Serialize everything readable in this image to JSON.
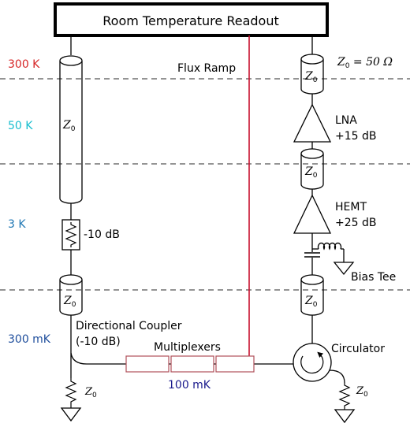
{
  "header": {
    "title": "Room Temperature Readout"
  },
  "stages": [
    {
      "label": "300 K",
      "color": "#d62728"
    },
    {
      "label": "50 K",
      "color": "#17becf"
    },
    {
      "label": "3 K",
      "color": "#1f77b4"
    },
    {
      "label": "300 mK",
      "color": "#1f4e9c"
    }
  ],
  "labels": {
    "flux_ramp": "Flux Ramp",
    "impedance_prefix": "Z",
    "impedance_sub": "0",
    "impedance_eq": " = 50 Ω",
    "attenuator": "-10 dB",
    "lna_name": "LNA",
    "lna_gain": "+15 dB",
    "hemt_name": "HEMT",
    "hemt_gain": "+25 dB",
    "bias_tee": "Bias Tee",
    "coupler_line1": "Directional Coupler",
    "coupler_line2": "(-10 dB)",
    "multiplexers": "Multiplexers",
    "mux_temp": "100 mK",
    "mux_temp_color": "#1a1a8c",
    "circulator": "Circulator"
  },
  "colors": {
    "flux_line": "#c8102e",
    "mux_box_stroke": "#b0505a"
  }
}
